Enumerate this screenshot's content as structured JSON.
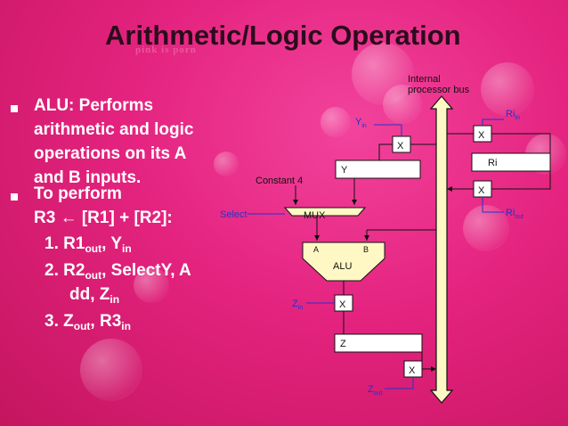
{
  "title": "Arithmetic/Logic Operation",
  "watermark": "pink is porn",
  "bullets": {
    "b1_l1": "ALU: Performs",
    "b1_l2": "arithmetic and logic",
    "b1_l3": "operations on its A",
    "b1_l4": "and B inputs.",
    "b2_l1": "To perform",
    "b2_l2_a": "R3 ",
    "b2_arrow": "←",
    "b2_l2_b": " [R1] + [R2]:"
  },
  "steps": {
    "s1_num": "1.",
    "s1_a": "R1",
    "s1_a_sub": "out",
    "s1_sep": ", ",
    "s1_b": "Y",
    "s1_b_sub": "in",
    "s2_num": "2.",
    "s2_a": "R2",
    "s2_a_sub": "out",
    "s2_rest": ", SelectY, A",
    "s2_line2_a": "dd, Z",
    "s2_line2_sub": "in",
    "s3_num": "3.",
    "s3_a": "Z",
    "s3_a_sub": "out",
    "s3_sep": ", ",
    "s3_b": "R3",
    "s3_b_sub": "in"
  },
  "diagram": {
    "bus_line1": "Internal",
    "bus_line2": "processor bus",
    "ri": "Ri",
    "y": "Y",
    "z": "Z",
    "gate": "X",
    "constant": "Constant 4",
    "select": "Select",
    "mux": "MUX",
    "a": "A",
    "b": "B",
    "alu": "ALU",
    "in_sub": "in",
    "out_sub": "out"
  },
  "colors": {
    "background": "#e4237f",
    "title": "#2b0c1c",
    "body_text": "#ffffff",
    "control_signal": "#2233cc",
    "component_fill": "#fff8c4"
  }
}
